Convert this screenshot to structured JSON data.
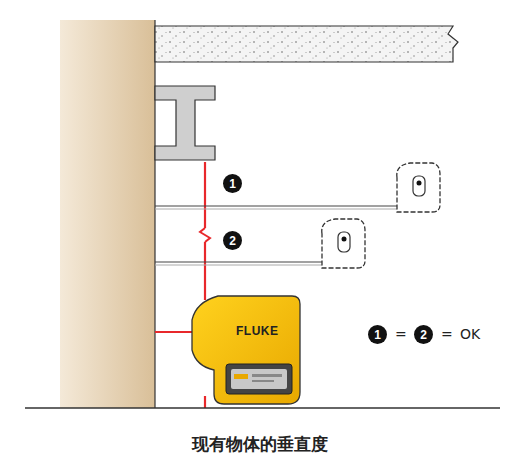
{
  "diagram": {
    "caption": "现有物体的垂直度",
    "labels": [
      "1",
      "2",
      "FLUKE",
      "1",
      "=",
      "2",
      "=",
      "OK"
    ]
  }
}
